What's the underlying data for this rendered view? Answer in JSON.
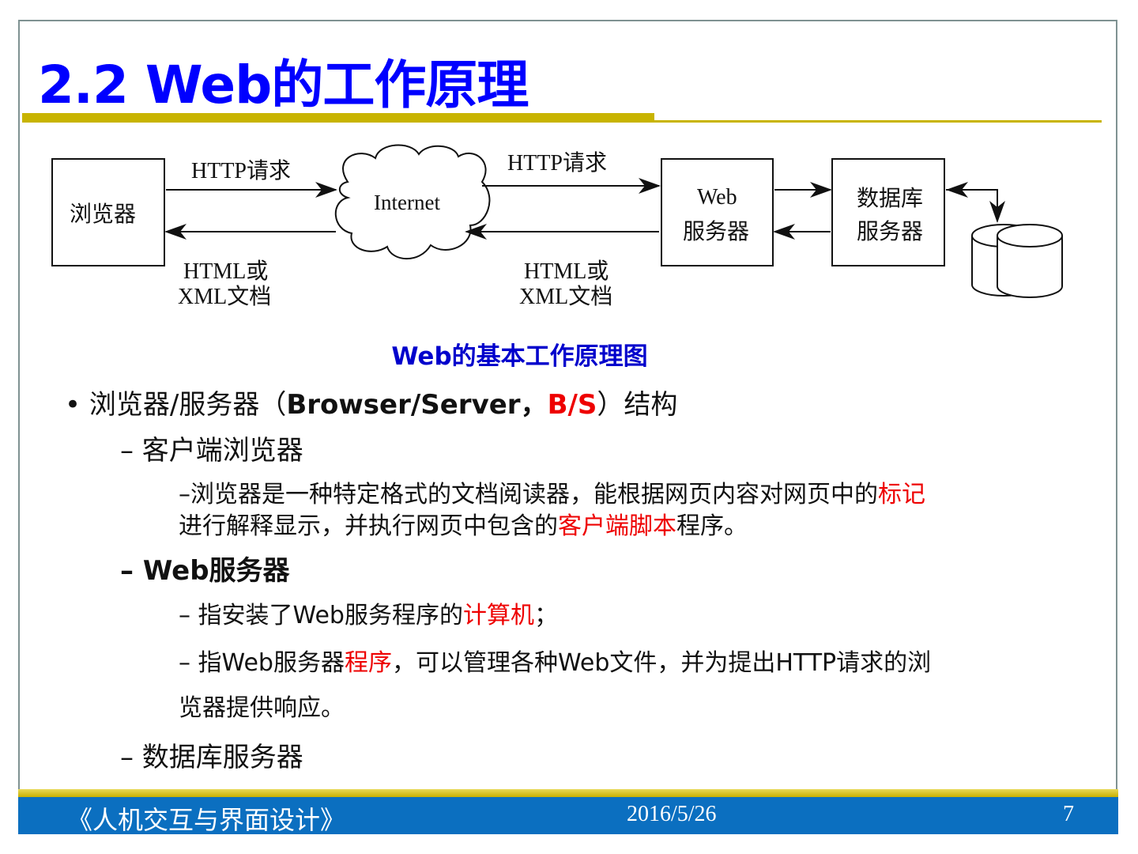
{
  "title": "2.2  Web的工作原理",
  "diagram": {
    "browser": "浏览器",
    "http_req_1": "HTTP请求",
    "html_1a": "HTML或",
    "html_1b": "XML文档",
    "internet": "Internet",
    "http_req_2": "HTTP请求",
    "html_2a": "HTML或",
    "html_2b": "XML文档",
    "web_a": "Web",
    "web_b": "服务器",
    "db_a": "数据库",
    "db_b": "服务器"
  },
  "caption": "Web的基本工作原理图",
  "content": {
    "b1_pre": "• 浏览器/服务器（",
    "b1_mid": "Browser/Server，",
    "b1_red": "B/S",
    "b1_post": "）结构",
    "s1": "– 客户端浏览器",
    "s1d_a": "–浏览器是一种特定格式的文档阅读器，能根据网页内容对网页中的",
    "s1d_a_red": "标记",
    "s1d_b": "进行解释显示，并执行网页中包含的",
    "s1d_b_red": "客户端脚本",
    "s1d_b_post": "程序。",
    "s2": "– Web服务器",
    "s2a": "– 指安装了Web服务程序的",
    "s2a_red": "计算机",
    "s2a_post": "；",
    "s2b": "– 指Web服务器",
    "s2b_red": "程序",
    "s2b_post": "，可以管理各种Web文件，并为提出HTTP请求的浏",
    "s2b_cont": "览器提供响应。",
    "s3": "– 数据库服务器"
  },
  "footer": {
    "course": "《人机交互与界面设计》",
    "date": "2016/5/26",
    "page": "7"
  }
}
